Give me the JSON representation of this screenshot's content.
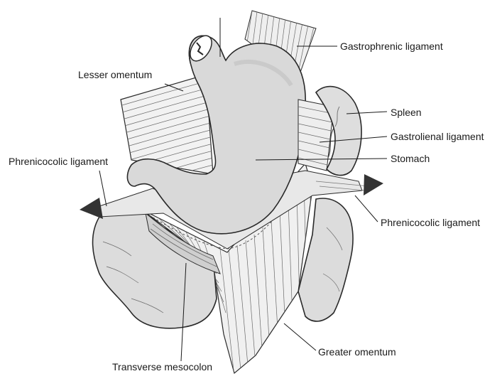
{
  "diagram": {
    "labels": {
      "gastrophrenic": "Gastrophrenic ligament",
      "lesser_omentum": "Lesser omentum",
      "spleen": "Spleen",
      "gastrolienal": "Gastrolienal ligament",
      "stomach": "Stomach",
      "phrenicocolic_left": "Phrenicocolic ligament",
      "phrenicocolic_right": "Phrenicocolic ligament",
      "greater_omentum": "Greater omentum",
      "transverse_mesocolon": "Transverse mesocolon"
    },
    "colors": {
      "organ_fill": "#d9d9d9",
      "ligament_fill": "#eeeeee",
      "outline": "#2a2a2a",
      "arrow": "#333333"
    }
  }
}
